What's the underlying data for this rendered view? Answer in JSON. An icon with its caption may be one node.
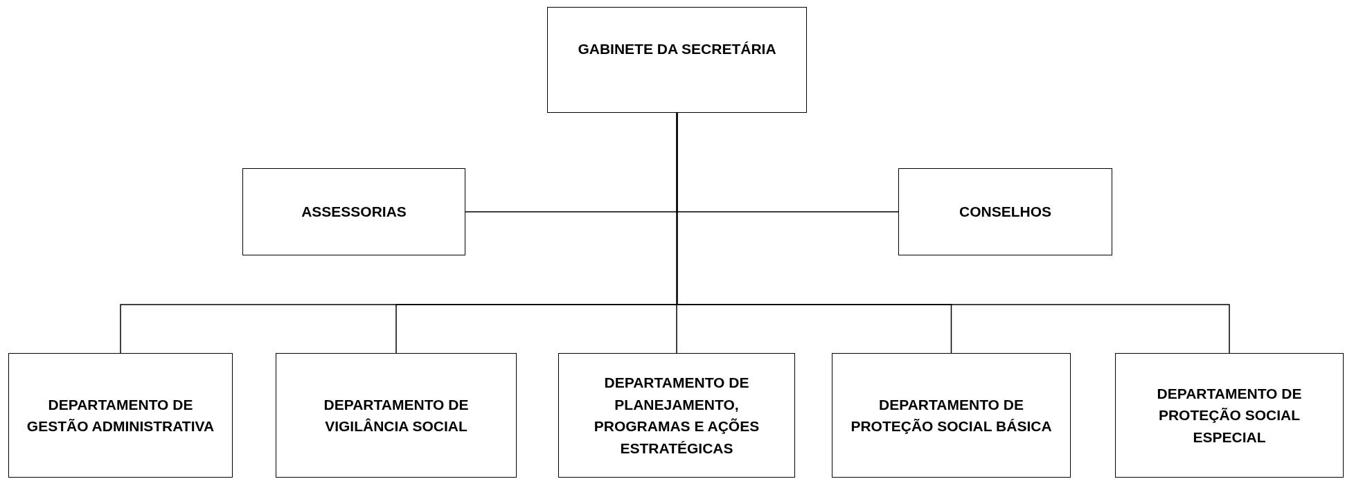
{
  "diagram": {
    "nodes": [
      {
        "text": [
          "GABINETE DA SECRETÁRIA"
        ]
      },
      {
        "text": [
          "ASSESSORIAS"
        ]
      },
      {
        "text": [
          "CONSELHOS"
        ]
      },
      {
        "text": [
          "DEPARTAMENTO DE GESTÃO ADMINISTRATIVA"
        ]
      },
      {
        "text": [
          "DEPARTAMENTO DE VIGILÂNCIA SOCIAL"
        ]
      },
      {
        "text": [
          "DEPARTAMENTO DE PLANEJAMENTO, PROGRAMAS E AÇÕES ESTRATÉGICAS"
        ]
      },
      {
        "text": [
          "DEPARTAMENTO DE PROTEÇÃO SOCIAL BÁSICA"
        ]
      },
      {
        "text": [
          "DEPARTAMENTO DE PROTEÇÃO SOCIAL ESPECIAL"
        ]
      }
    ],
    "edges": [
      {
        "from": 0,
        "to": 1,
        "arrow": "none"
      },
      {
        "from": 0,
        "to": 2,
        "arrow": "none"
      },
      {
        "from": 0,
        "to": 3,
        "arrow": "none"
      },
      {
        "from": 0,
        "to": 4,
        "arrow": "none"
      },
      {
        "from": 0,
        "to": 5,
        "arrow": "none"
      },
      {
        "from": 0,
        "to": 6,
        "arrow": "none"
      },
      {
        "from": 0,
        "to": 7,
        "arrow": "none"
      }
    ]
  }
}
